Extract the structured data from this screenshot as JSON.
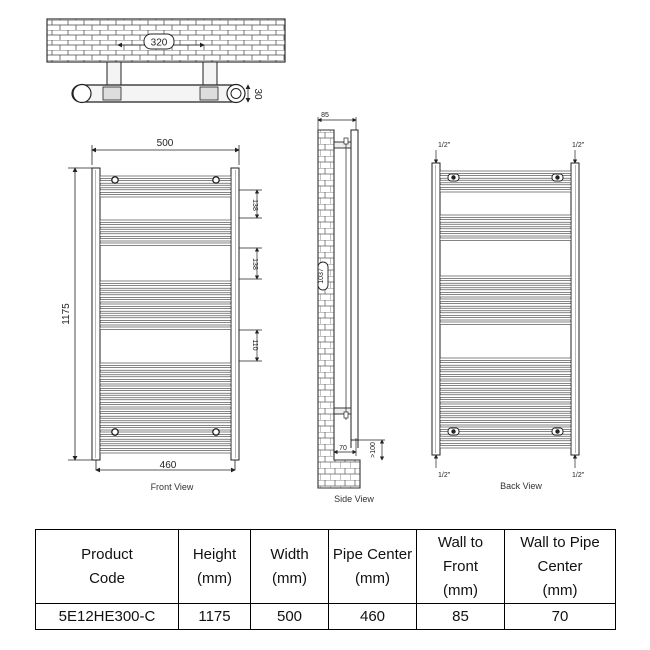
{
  "top_view": {
    "dim_width": "320",
    "dim_depth": "30"
  },
  "front_view": {
    "label": "Front View",
    "dim_width": "500",
    "dim_height": "1175",
    "dim_pipe_center": "460",
    "dim_gap_1": "138",
    "dim_gap_2": "138",
    "dim_gap_3": "110"
  },
  "side_view": {
    "label": "Side View",
    "dim_wall_to_front": "85",
    "dim_height": "1037",
    "dim_wall_to_pipe": "70",
    "dim_floor": ">100"
  },
  "back_view": {
    "label": "Back View",
    "pipe_size": "1/2\""
  },
  "table": {
    "headers": [
      [
        "Product",
        "Code"
      ],
      [
        "Height",
        "(mm)"
      ],
      [
        "Width",
        "(mm)"
      ],
      [
        "Pipe Center",
        "(mm)"
      ],
      [
        "Wall to",
        "Front",
        "(mm)"
      ],
      [
        "Wall to Pipe",
        "Center",
        "(mm)"
      ]
    ],
    "rows": [
      [
        "5E12HE300-C",
        "1175",
        "500",
        "460",
        "85",
        "70"
      ]
    ]
  }
}
